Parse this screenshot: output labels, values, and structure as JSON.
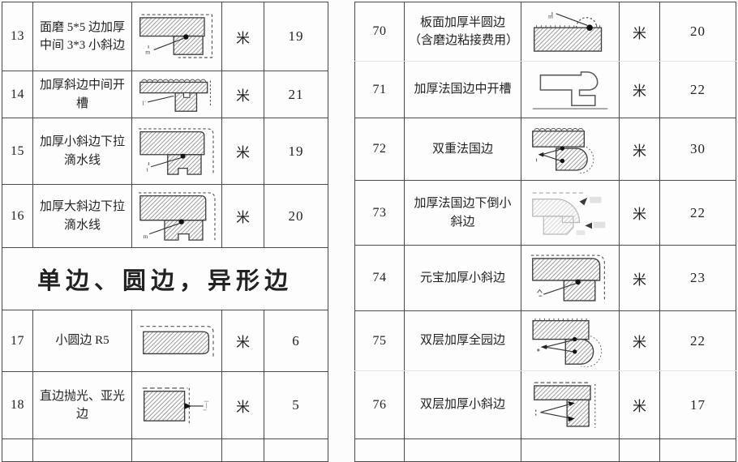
{
  "document": {
    "type": "scanned-price-table",
    "unit_label": "米",
    "colors": {
      "border": "#4a4a4a",
      "faint_border": "#e3e3e3",
      "background": "#fcfcfc",
      "faded_diagram": "#b8b8b8"
    }
  },
  "left_table": {
    "rows_top": [
      {
        "num": "13",
        "desc": "面磨 5*5 边加厚中间 3*3 小斜边",
        "diagram": "thickened-edge-3x3-small-bevel-profile",
        "unit": "米",
        "price": "19"
      },
      {
        "num": "14",
        "desc": "加厚斜边中间开槽",
        "diagram": "thickened-bevel-middle-groove-profile",
        "unit": "米",
        "price": "21"
      },
      {
        "num": "15",
        "desc": "加厚小斜边下拉滴水线",
        "diagram": "thickened-small-bevel-drip-line-profile",
        "unit": "米",
        "price": "19"
      },
      {
        "num": "16",
        "desc": "加厚大斜边下拉滴水线",
        "diagram": "thickened-large-bevel-drip-line-profile",
        "unit": "米",
        "price": "20"
      }
    ],
    "section_header": "单边、圆边，异形边",
    "rows_bottom": [
      {
        "num": "17",
        "desc": "小圆边 R5",
        "diagram": "small-round-edge-r5-profile",
        "unit": "米",
        "price": "6"
      },
      {
        "num": "18",
        "desc": "直边抛光、亚光边",
        "diagram": "straight-polished-matte-edge-profile",
        "unit": "米",
        "price": "5"
      }
    ]
  },
  "right_table": {
    "rows": [
      {
        "num": "70",
        "desc": "板面加厚半圆边（含磨边粘接费用）",
        "diagram": "surface-thickened-half-round-profile",
        "unit": "米",
        "price": "20"
      },
      {
        "num": "71",
        "desc": "加厚法国边中开槽",
        "diagram": "thickened-french-edge-middle-groove-profile",
        "unit": "米",
        "price": "22"
      },
      {
        "num": "72",
        "desc": "双重法国边",
        "diagram": "double-french-edge-profile",
        "unit": "米",
        "price": "30"
      },
      {
        "num": "73",
        "desc": "加厚法国边下倒小斜边",
        "diagram": "thickened-french-edge-lower-small-bevel-profile",
        "unit": "米",
        "price": "22"
      },
      {
        "num": "74",
        "desc": "元宝加厚小斜边",
        "diagram": "ingot-thickened-small-bevel-profile",
        "unit": "米",
        "price": "23"
      },
      {
        "num": "75",
        "desc": "双层加厚全园边",
        "diagram": "double-layer-thickened-full-round-profile",
        "unit": "米",
        "price": "22"
      },
      {
        "num": "76",
        "desc": "双层加厚小斜边",
        "diagram": "double-layer-thickened-small-bevel-profile",
        "unit": "米",
        "price": "17"
      }
    ]
  }
}
